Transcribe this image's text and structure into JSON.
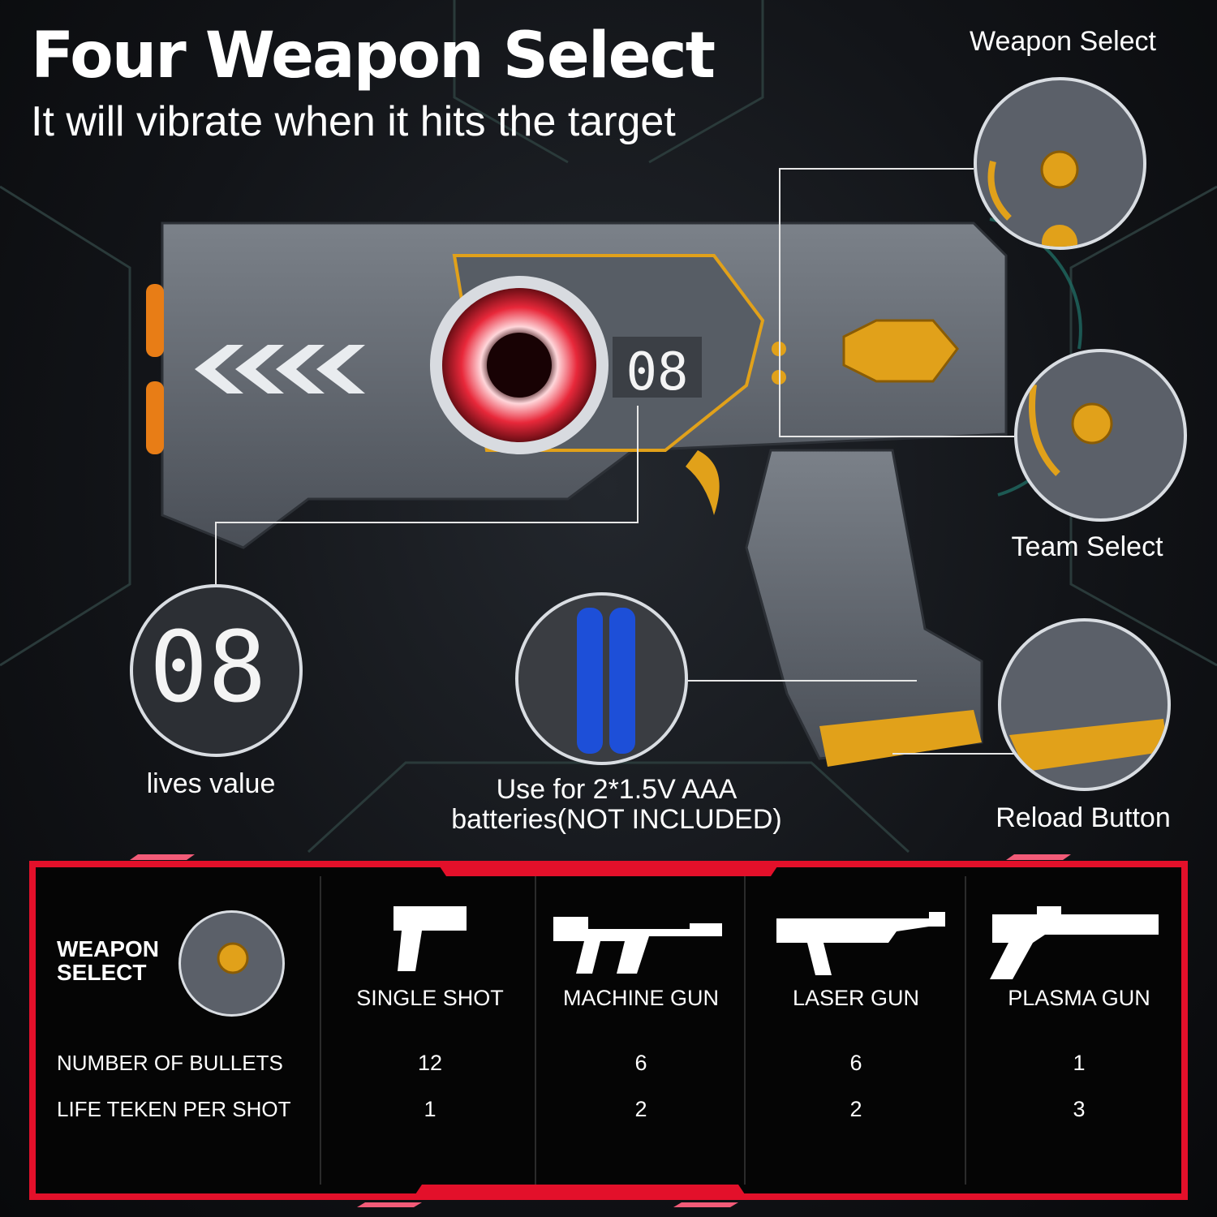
{
  "header": {
    "title": "Four Weapon Select",
    "subtitle": "It will vibrate when it hits the target"
  },
  "callouts": {
    "weapon_select": "Weapon Select",
    "team_select": "Team Select",
    "lives_value": "lives value",
    "battery_line1": "Use for 2*1.5V AAA",
    "battery_line2": "batteries(NOT INCLUDED)",
    "reload_button": "Reload Button"
  },
  "display": {
    "gun_digits": "08",
    "zoom_digits": "08"
  },
  "table": {
    "header_line1": "WEAPON",
    "header_line2": "SELECT",
    "row_labels": [
      "NUMBER OF BULLETS",
      "LIFE TEKEN PER SHOT"
    ],
    "weapons": [
      {
        "name": "SINGLE SHOT",
        "icon": "pistol-icon",
        "bullets": "12",
        "life": "1"
      },
      {
        "name": "MACHINE GUN",
        "icon": "rifle-icon",
        "bullets": "6",
        "life": "2"
      },
      {
        "name": "LASER GUN",
        "icon": "laser-gun-icon",
        "bullets": "6",
        "life": "2"
      },
      {
        "name": "PLASMA GUN",
        "icon": "plasma-gun-icon",
        "bullets": "1",
        "life": "3"
      }
    ]
  },
  "colors": {
    "accent_red": "#e3102a",
    "accent_gold": "#e1a11a",
    "body_gray": "#5e646c"
  }
}
